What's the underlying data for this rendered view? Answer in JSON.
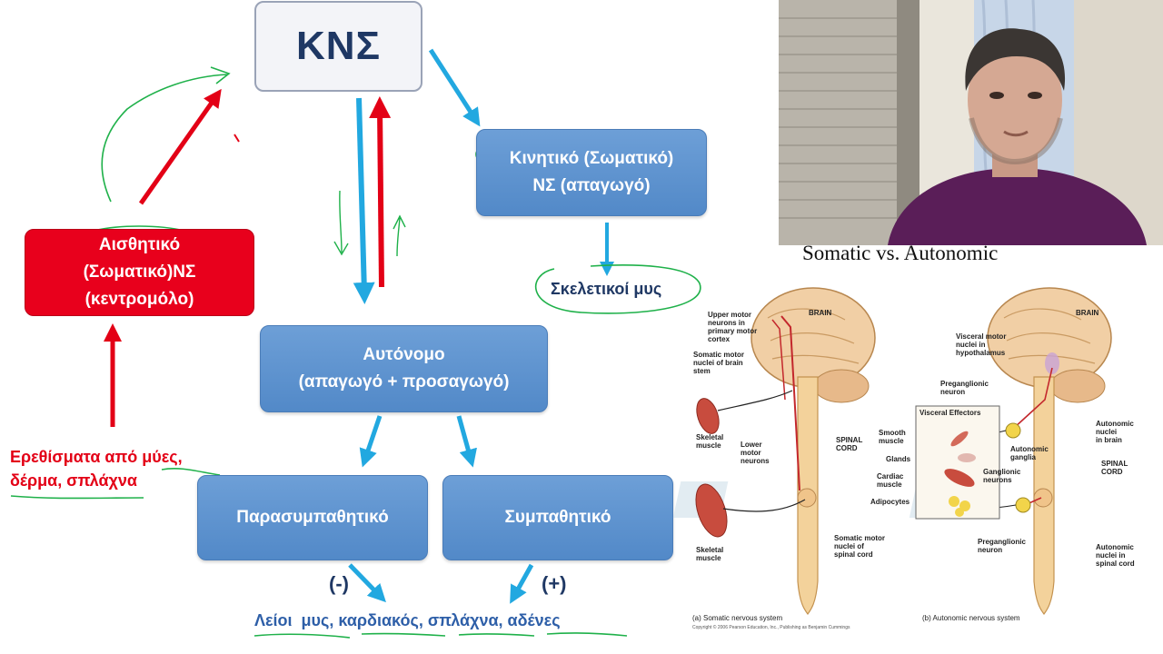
{
  "diagram": {
    "cns_label": "ΚΝΣ",
    "motor_box": {
      "line1": "Κινητικό (Σωματικό)",
      "line2": "ΝΣ (απαγωγό)"
    },
    "skeletal_muscles": "Σκελετικοί μυς",
    "sensory_box": {
      "line1": "Αισθητικό",
      "line2": "(Σωματικό)ΝΣ",
      "line3": "(κεντρομόλο)"
    },
    "stimuli": {
      "line1": "Ερεθίσματα από μύες,",
      "line2": "δέρμα, σπλάχνα"
    },
    "autonomic_box": {
      "line1": "Αυτόνομο",
      "line2": "(απαγωγό + προσαγωγό)"
    },
    "parasympathetic": "Παρασυμπαθητικό",
    "sympathetic": "Συμπαθητικό",
    "minus_sign": "(-)",
    "plus_sign": "(+)",
    "targets": "Λείοι  μυς, καρδιακός, σπλάχνα, αδένες"
  },
  "figure": {
    "title": "Somatic vs. Autonomic",
    "left_labels": {
      "upper_motor": "Upper motor\nneurons in\nprimary motor\ncortex",
      "somatic_nuclei_brainstem": "Somatic motor\nnuclei of brain\nstem",
      "brain": "BRAIN",
      "skeletal_muscle_top": "Skeletal\nmuscle",
      "lower_motor": "Lower\nmotor\nneurons",
      "spinal_cord": "SPINAL\nCORD",
      "skeletal_muscle_bottom": "Skeletal\nmuscle",
      "somatic_nuclei_spinal": "Somatic motor\nnuclei of\nspinal cord"
    },
    "right_labels": {
      "brain": "BRAIN",
      "visceral_motor": "Visceral motor\nnuclei in\nhypothalamus",
      "preganglionic_top": "Preganglionic\nneuron",
      "visceral_effectors": "Visceral Effectors",
      "smooth_muscle": "Smooth\nmuscle",
      "glands": "Glands",
      "cardiac_muscle": "Cardiac\nmuscle",
      "adipocytes": "Adipocytes",
      "autonomic_nuclei_brain": "Autonomic\nnuclei\nin brain",
      "autonomic_ganglia": "Autonomic\nganglia",
      "spinal_cord": "SPINAL\nCORD",
      "ganglionic_neurons": "Ganglionic\nneurons",
      "preganglionic_bottom": "Preganglionic\nneuron",
      "autonomic_nuclei_spinal": "Autonomic\nnuclei in\nspinal cord"
    },
    "caption_a": "(a)  Somatic nervous system",
    "caption_b": "(b)  Autonomic nervous system",
    "copyright": "Copyright © 2006 Pearson Education, Inc., Publishing as Benjamin Cummings"
  },
  "colors": {
    "box_blue": "#5b93d0",
    "box_red": "#e8001c",
    "arrow_blue": "#22a8e0",
    "arrow_red": "#e30016",
    "ink_green": "#1fb14a",
    "title_navy": "#1f3864"
  },
  "icons": [
    "arrow-icon",
    "webcam-presenter"
  ]
}
